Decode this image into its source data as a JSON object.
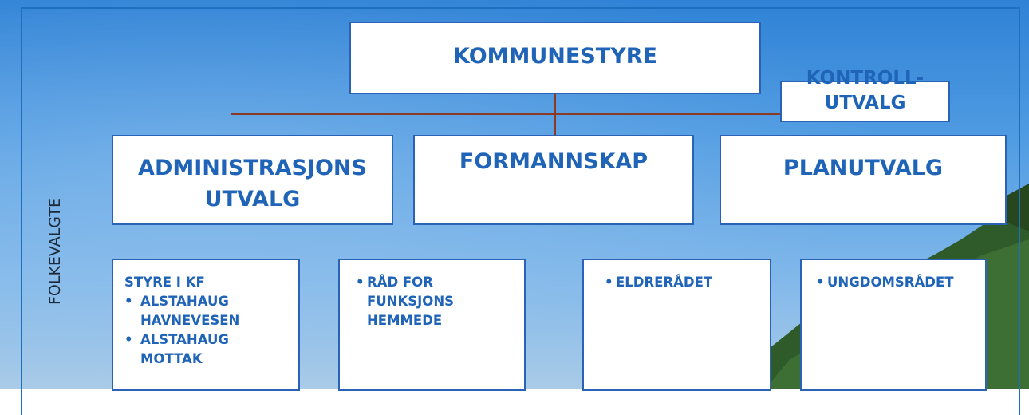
{
  "side_label": "FOLKEVALGTE",
  "top": {
    "label": "KOMMUNESTYRE"
  },
  "control": {
    "lines": [
      "KONTROLL-",
      "UTVALG"
    ]
  },
  "committees": [
    {
      "lines": [
        "ADMINISTRASJONS",
        "UTVALG"
      ]
    },
    {
      "lines": [
        "FORMANNSKAP"
      ]
    },
    {
      "lines": [
        "PLANUTVALG"
      ]
    }
  ],
  "boards": [
    {
      "heading": "STYRE I KF",
      "items": [
        [
          "ALSTAHAUG",
          "HAVNEVESEN"
        ],
        [
          "ALSTAHAUG",
          "MOTTAK"
        ]
      ]
    },
    {
      "heading": "",
      "items": [
        [
          "RÅD FOR",
          "FUNKSJONS",
          "HEMMEDE"
        ]
      ]
    },
    {
      "heading": "",
      "items": [
        [
          "ELDRERÅDET"
        ]
      ]
    },
    {
      "heading": "",
      "items": [
        [
          "UNGDOMSRÅDET"
        ]
      ]
    }
  ],
  "colors": {
    "box_text": "#2064b8",
    "box_border": "#2a62b5",
    "connector": "#8c3a24",
    "frame": "#1f6fc1"
  }
}
